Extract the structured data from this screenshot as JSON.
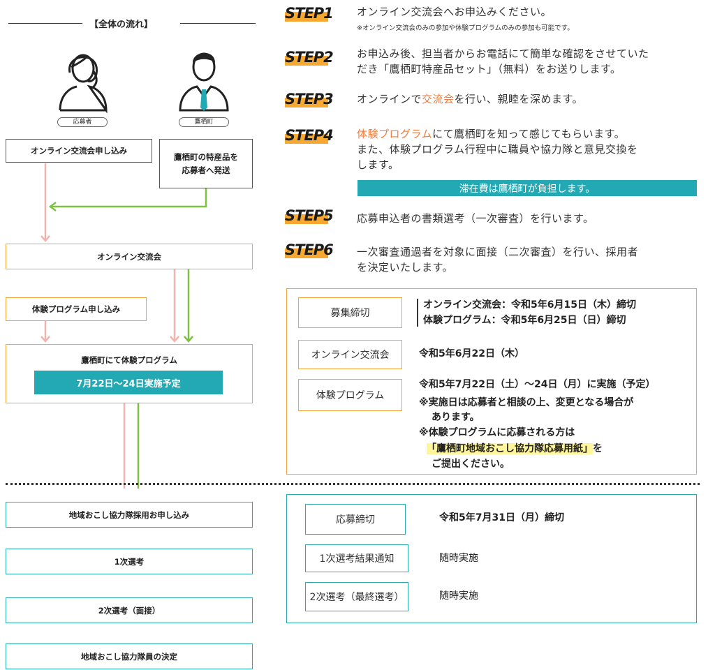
{
  "flow": {
    "title": "【全体の流れ】",
    "applicant_label": "応募者",
    "town_label": "鷹栖町",
    "online_apply": "オンライン交流会申し込み",
    "send_products_l1": "鷹栖町の特産品を",
    "send_products_l2": "応募者へ発送",
    "online_exchange": "オンライン交流会",
    "program_apply": "体験プログラム申し込み",
    "program_title": "鷹栖町にて体験プログラム",
    "program_dates": "7月22日～24日実施予定",
    "recruit_apply": "地域おこし協力隊採用お申し込み",
    "first_selection": "1次選考",
    "second_selection": "2次選考（面接）",
    "decision": "地域おこし協力隊員の決定"
  },
  "colors": {
    "orange": "#f7a830",
    "teal": "#22a9b4",
    "pink_arrow": "#f2b4ae",
    "green_arrow": "#7cc142"
  },
  "steps": [
    {
      "tag": "STEP1",
      "text": "オンライン交流会へお申込みください。",
      "note": "※オンライン交流会のみの参加や体験プログラムのみの参加も可能です。"
    },
    {
      "tag": "STEP2",
      "line1": "お申込み後、担当者からお電話にて簡単な確認をさせていた",
      "line2": "だき「鷹栖町特産品セット」（無料）をお送りします。"
    },
    {
      "tag": "STEP3",
      "pre": "オンラインで",
      "hl": "交流会",
      "post": "を行い、親睦を深めます。"
    },
    {
      "tag": "STEP4",
      "hl": "体験プログラム",
      "post": "にて鷹栖町を知って感じてもらいます。",
      "line2": "また、体験プログラム行程中に職員や協力隊と意見交換を",
      "line3": "します。",
      "bar": "滞在費は鷹栖町が負担します。"
    },
    {
      "tag": "STEP5",
      "text": "応募申込者の書類選考（一次審査）を行います。"
    },
    {
      "tag": "STEP6",
      "line1": "一次審査通過者を対象に面接（二次審査）を行い、採用者",
      "line2": "を決定いたします。"
    }
  ],
  "table1": {
    "deadline_label": "募集締切",
    "deadline_online": "オンライン交流会：令和5年6月15日（木）締切",
    "deadline_program": "体験プログラム：令和5年6月25日（日）締切",
    "online_label": "オンライン交流会",
    "online_date": "令和5年6月22日（木）",
    "program_label": "体験プログラム",
    "program_date": "令和5年7月22日（土）～24日（月）に実施（予定）",
    "program_note1": "※実施日は応募者と相談の上、変更となる場合が",
    "program_note2": "あります。",
    "program_note3": "※体験プログラムに応募される方は",
    "program_note4_hl": "「鷹栖町地域おこし協力隊応募用紙」",
    "program_note4_post": "を",
    "program_note5": "ご提出ください。"
  },
  "table2": {
    "deadline_label": "応募締切",
    "deadline_value": "令和5年7月31日（月）締切",
    "first_label": "1次選考結果通知",
    "first_value": "随時実施",
    "second_label": "2次選考（最終選考）",
    "second_value": "随時実施"
  }
}
